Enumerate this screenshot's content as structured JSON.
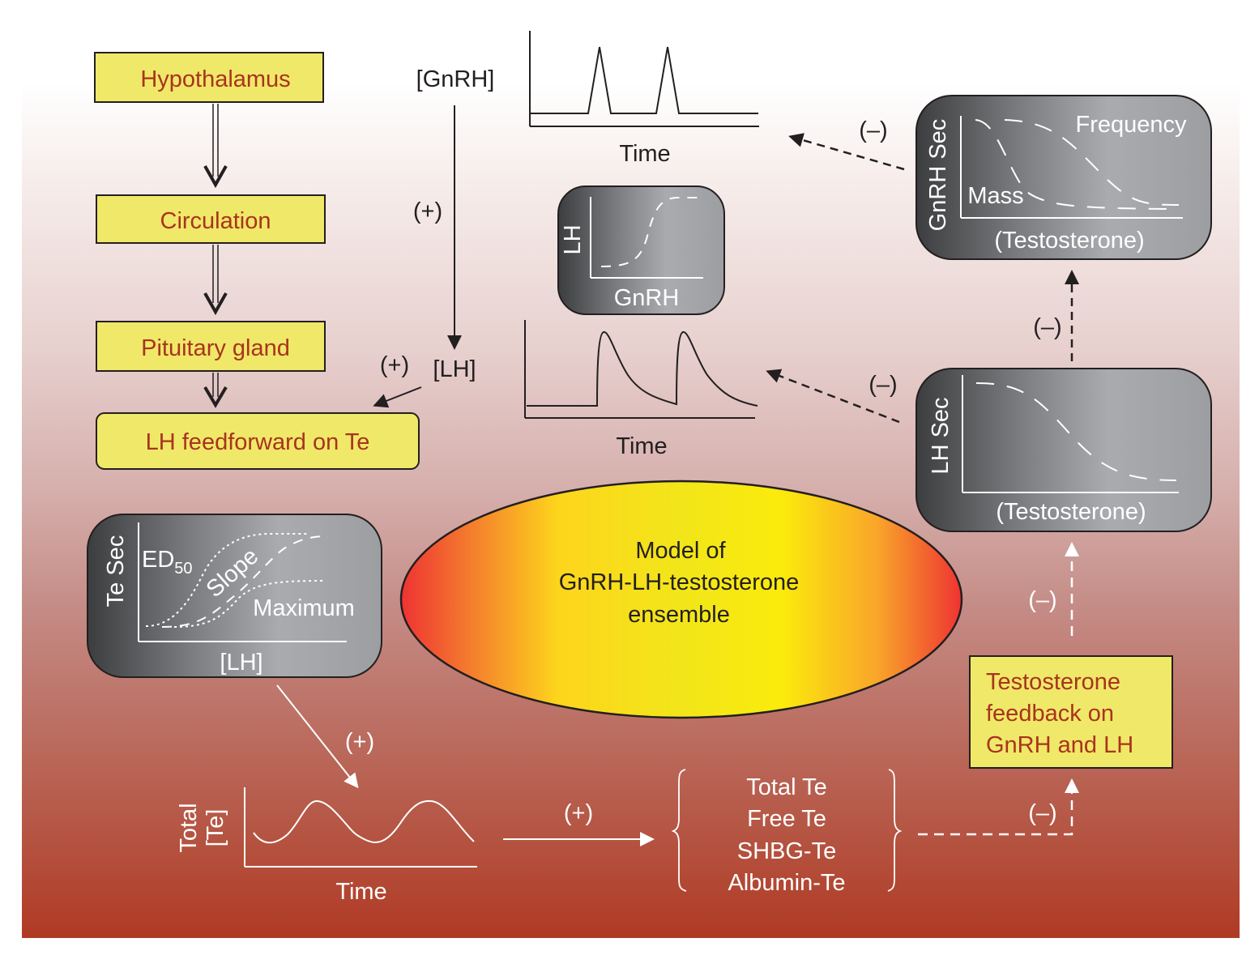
{
  "flow_boxes": {
    "hypothalamus": "Hypothalamus",
    "circulation": "Circulation",
    "pituitary": "Pituitary gland",
    "lh_feedforward": "LH feedforward on Te",
    "te_feedback": [
      "Testosterone",
      "feedback on",
      "GnRH and LH"
    ]
  },
  "labels": {
    "gnrh_conc": "[GnRH]",
    "lh_conc": "[LH]",
    "plus": "(+)",
    "minus": "(–)",
    "time": "Time"
  },
  "ellipse": {
    "lines": [
      "Model of",
      "GnRH-LH-testosterone",
      "ensemble"
    ]
  },
  "panels": {
    "lh_vs_gnrh": {
      "ylabel": "LH",
      "xlabel": "GnRH"
    },
    "gnrh_sec": {
      "ylabel": "GnRH Sec",
      "xlabel": "(Testosterone)",
      "curve_labels": [
        "Frequency",
        "Mass"
      ]
    },
    "lh_sec": {
      "ylabel": "LH Sec",
      "xlabel": "(Testosterone)"
    },
    "te_sec": {
      "ylabel": "Te Sec",
      "xlabel": "[LH]",
      "curve_labels": {
        "ed": "ED",
        "ed_sub": "50",
        "slope": "Slope",
        "maximum": "Maximum"
      }
    }
  },
  "total_te_plot": {
    "ylabel_lines": [
      "Total",
      "[Te]"
    ],
    "xlabel": "Time"
  },
  "te_forms": [
    "Total Te",
    "Free Te",
    "SHBG-Te",
    "Albumin-Te"
  ],
  "colors": {
    "box_fill": "#f0e868",
    "box_text": "#a8341e",
    "panel_dark": "#3c3d3f",
    "panel_light": "#a9abae",
    "ellipse_edge": "#ee3b2e",
    "ellipse_center": "#fbea0c"
  }
}
